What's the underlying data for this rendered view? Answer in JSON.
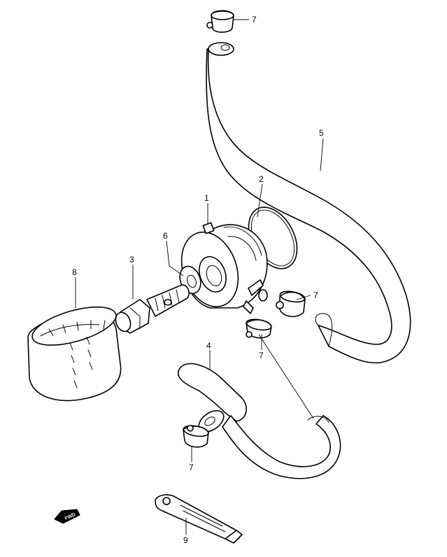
{
  "callouts": {
    "c1": "1",
    "c2": "2",
    "c3": "3",
    "c4": "4",
    "c5": "5",
    "c6": "6",
    "c7a": "7",
    "c7b": "7",
    "c7c": "7",
    "c7d": "7",
    "c8": "8",
    "c9": "9"
  },
  "fwd_label": "FWD"
}
